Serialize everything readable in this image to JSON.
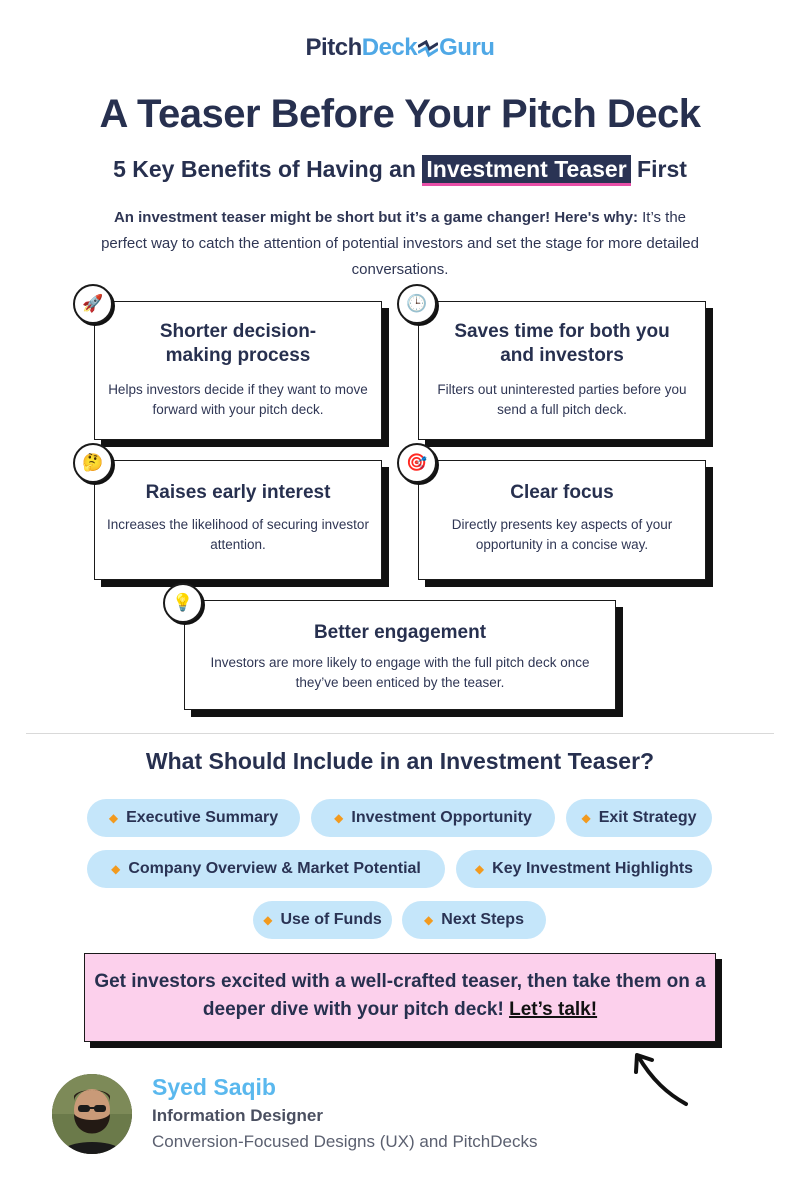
{
  "logo": {
    "part1": "Pitch",
    "part2": "Deck",
    "part3": "Guru"
  },
  "title": "A Teaser Before Your Pitch Deck",
  "subtitle": {
    "before": "5 Key Benefits of Having an ",
    "highlight": "Investment Teaser",
    "after": " First"
  },
  "intro": {
    "bold": "An investment teaser might be short but it’s a game changer! Here's why:",
    "rest": " It’s the perfect way to catch the attention of potential investors and set the stage for more detailed conversations."
  },
  "benefits": [
    {
      "icon": "rocket-icon",
      "glyph": "🚀",
      "title": "Shorter decision-making process",
      "desc": "Helps investors decide if they want to move forward with your pitch deck."
    },
    {
      "icon": "clock-icon",
      "glyph": "🕒",
      "title": "Saves time for both you and investors",
      "desc": "Filters out uninterested parties before you send a full pitch deck."
    },
    {
      "icon": "thinking-face-icon",
      "glyph": "🤔",
      "title": "Raises early interest",
      "desc": "Increases the likelihood of securing investor attention."
    },
    {
      "icon": "target-icon",
      "glyph": "🎯",
      "title": "Clear focus",
      "desc": "Directly presents key aspects of your opportunity in a concise way."
    },
    {
      "icon": "lightbulb-icon",
      "glyph": "💡",
      "title": "Better engagement",
      "desc": "Investors are more likely to engage with the full pitch deck once they’ve been enticed by the teaser."
    }
  ],
  "section_title": "What Should Include in an Investment Teaser?",
  "items": [
    "Executive Summary",
    "Investment Opportunity",
    "Exit Strategy",
    "Company Overview & Market Potential",
    "Key Investment Highlights",
    "Use of Funds",
    "Next Steps"
  ],
  "cta": {
    "text": "Get investors excited with a well-crafted teaser, then take them on a deeper dive with your pitch deck! ",
    "link": "Let’s talk!"
  },
  "author": {
    "name": "Syed Saqib",
    "role": "Information Designer",
    "tagline": "Conversion-Focused Designs (UX) and PitchDecks"
  },
  "colors": {
    "navy": "#27304f",
    "accent_blue": "#4fa8e6",
    "pill": "#c5e6fa",
    "cta_bg": "#fcd0ec",
    "highlight_underline": "#e84fa8"
  }
}
